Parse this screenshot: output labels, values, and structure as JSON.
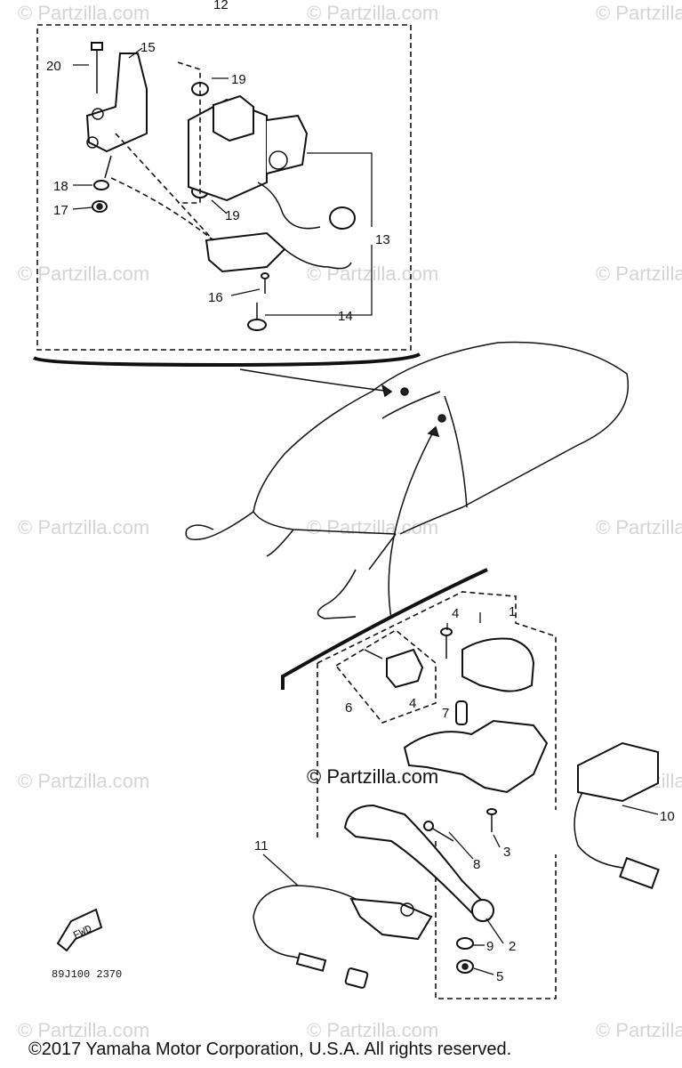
{
  "watermark": {
    "text": "© Partzilla.com",
    "center_text": "© Partzilla.com"
  },
  "callouts": {
    "c1": "1",
    "c2": "2",
    "c3": "3",
    "c4a": "4",
    "c4b": "4",
    "c5": "5",
    "c6": "6",
    "c7": "7",
    "c8": "8",
    "c9": "9",
    "c10": "10",
    "c11": "11",
    "c12": "12",
    "c13": "13",
    "c14": "14",
    "c15": "15",
    "c16": "16",
    "c17": "17",
    "c18": "18",
    "c19a": "19",
    "c19b": "19",
    "c20": "20"
  },
  "fwd_label": "FWD",
  "diagram_code": "89J100 2370",
  "copyright": "©2017  Yamaha Motor Corporation, U.S.A. All rights reserved.",
  "colors": {
    "ink": "#111111",
    "watermark": "#d4d4d4",
    "background": "#ffffff"
  }
}
